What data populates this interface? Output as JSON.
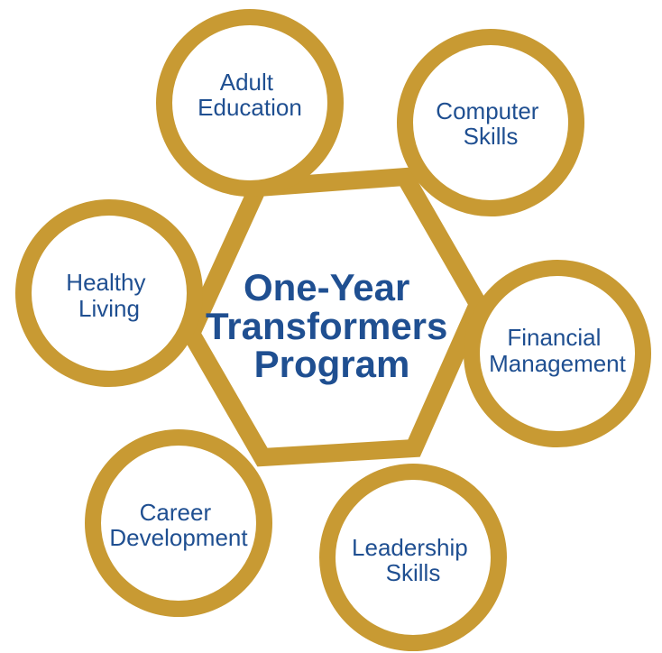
{
  "title_lines": [
    "One-Year",
    "Transformers",
    "Program"
  ],
  "nodes": [
    {
      "id": "adult-education",
      "lines": [
        "Adult",
        "Education"
      ]
    },
    {
      "id": "computer-skills",
      "lines": [
        "Computer",
        "Skills"
      ]
    },
    {
      "id": "financial-management",
      "lines": [
        "Financial",
        "Management"
      ]
    },
    {
      "id": "leadership-skills",
      "lines": [
        "Leadership",
        "Skills"
      ]
    },
    {
      "id": "career-development",
      "lines": [
        "Career",
        "Development"
      ]
    },
    {
      "id": "healthy-living",
      "lines": [
        "Healthy",
        "Living"
      ]
    }
  ],
  "colors": {
    "ring": "#c89a33",
    "text": "#1f4f91",
    "background": "#ffffff"
  }
}
